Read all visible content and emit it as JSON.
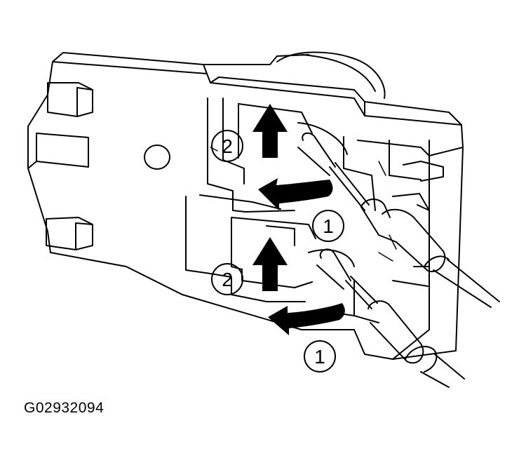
{
  "figure": {
    "id": "G02932094",
    "callouts": [
      {
        "label": "2"
      },
      {
        "label": "1"
      },
      {
        "label": "2"
      },
      {
        "label": "1"
      }
    ],
    "ink_color": "#000000",
    "paper_color": "#ffffff"
  }
}
